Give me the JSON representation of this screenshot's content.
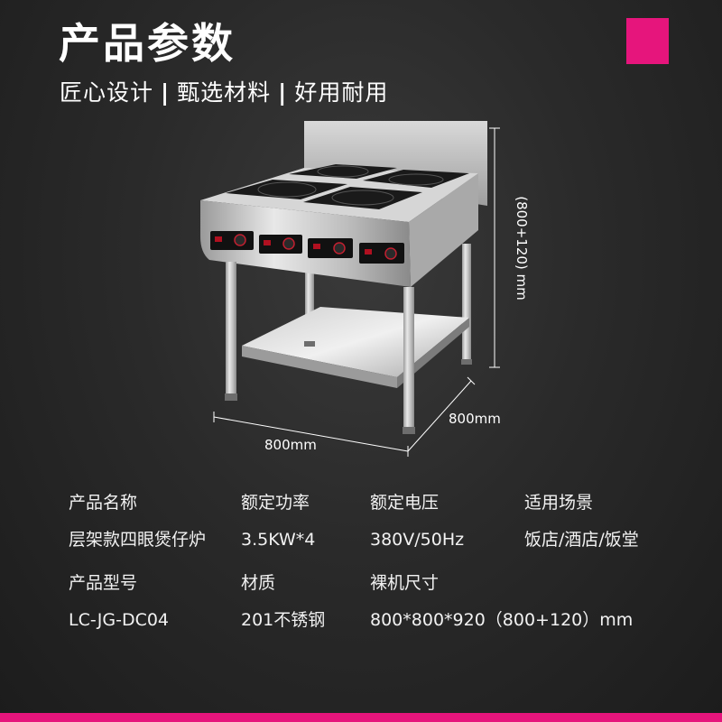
{
  "header": {
    "title": "产品参数",
    "subtitle_items": [
      "匠心设计",
      "甄选材料",
      "好用耐用"
    ],
    "separator": "|",
    "accent_color": "#e6157c"
  },
  "dimensions": {
    "width": "800mm",
    "depth": "800mm",
    "height": "(800+120) mm"
  },
  "specs": {
    "row1": [
      {
        "label": "产品名称",
        "value": "层架款四眼煲仔炉"
      },
      {
        "label": "额定功率",
        "value": "3.5KW*4"
      },
      {
        "label": "额定电压",
        "value": "380V/50Hz"
      },
      {
        "label": "适用场景",
        "value": "饭店/酒店/饭堂"
      }
    ],
    "row2": [
      {
        "label": "产品型号",
        "value": "LC-JG-DC04"
      },
      {
        "label": "材质",
        "value": "201不锈钢"
      },
      {
        "label": "裸机尺寸",
        "value": "800*800*920（800+120）mm"
      }
    ]
  }
}
